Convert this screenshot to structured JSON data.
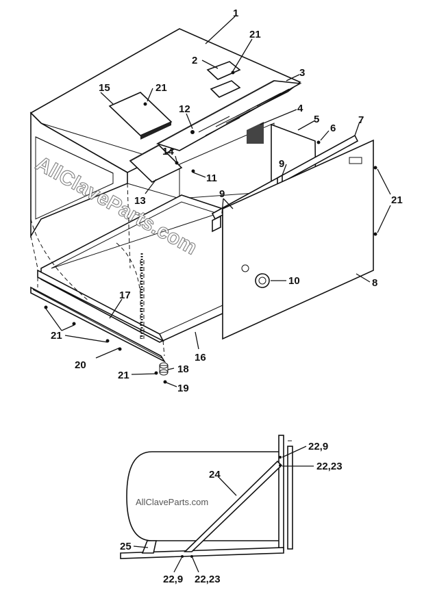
{
  "callouts": {
    "c1": "1",
    "c2": "2",
    "c3": "3",
    "c4": "4",
    "c5": "5",
    "c6": "6",
    "c7": "7",
    "c8": "8",
    "c9a": "9",
    "c9b": "9",
    "c10": "10",
    "c11": "11",
    "c12": "12",
    "c13": "13",
    "c14": "14",
    "c15": "15",
    "c16": "16",
    "c17": "17",
    "c18": "18",
    "c19": "19",
    "c20": "20",
    "c21a": "21",
    "c21b": "21",
    "c21c": "21",
    "c21d": "21",
    "c21e": "21",
    "c22_9a": "22,9",
    "c22_23a": "22,23",
    "c22_9b": "22,9",
    "c22_23b": "22,23",
    "c24": "24",
    "c25": "25"
  },
  "watermarks": {
    "diagonal": "AllClaveParts.com",
    "plain": "AllClaveParts.com"
  }
}
